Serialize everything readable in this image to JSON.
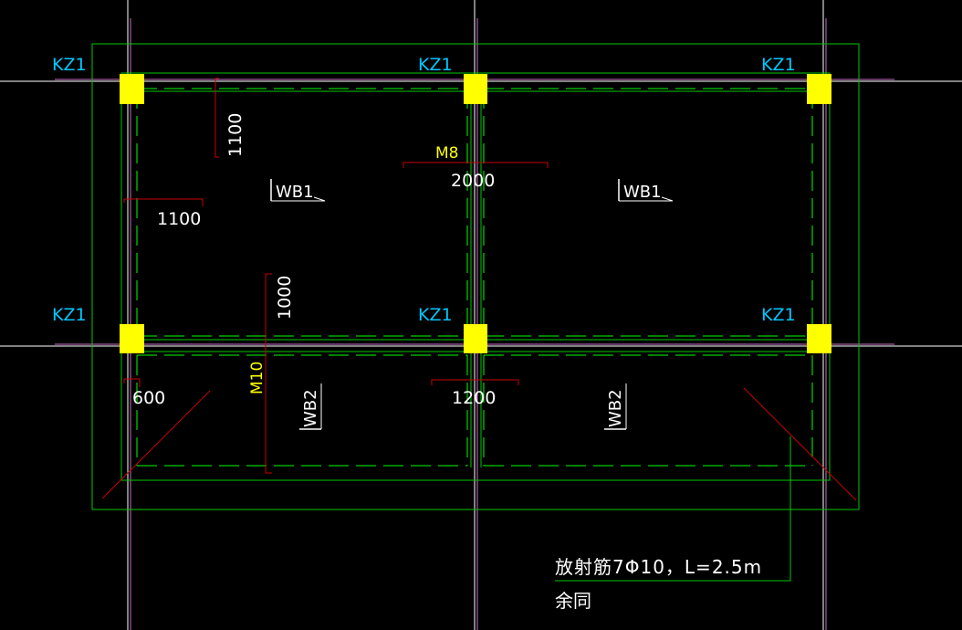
{
  "colors": {
    "background": "#000000",
    "axis_white": "#ffffff",
    "axis_magenta": "#c86fc8",
    "outline_green": "#00c800",
    "dash_green": "#00ff00",
    "rebar_red": "#ff0000",
    "dim_red": "#c80000",
    "column_yellow": "#ffff00",
    "label_cyan": "#00c8ff",
    "label_yellow": "#ffff00",
    "label_white": "#ffffff"
  },
  "columns": {
    "label": "KZ1",
    "count": 6
  },
  "column_labels": [
    "KZ1",
    "KZ1",
    "KZ1",
    "KZ1",
    "KZ1",
    "KZ1"
  ],
  "slab_labels": [
    "WB1",
    "WB1",
    "WB2",
    "WB2"
  ],
  "opening_labels": [
    "M8",
    "M10"
  ],
  "dimensions": [
    "1100",
    "1100",
    "2000",
    "1000",
    "600",
    "1200"
  ],
  "note": {
    "line1": "放射筋7Φ10，L=2.5m",
    "line2": "余同"
  }
}
